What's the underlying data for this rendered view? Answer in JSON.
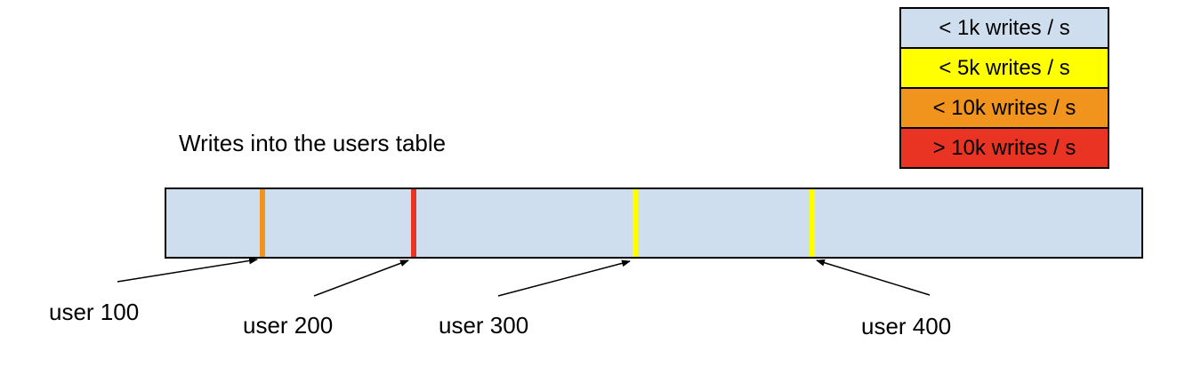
{
  "title": "Writes into the users table",
  "legend": {
    "items": [
      {
        "label": "< 1k writes / s",
        "color": "#cfdeef"
      },
      {
        "label": "< 5k writes / s",
        "color": "#ffff00"
      },
      {
        "label": "< 10k writes / s",
        "color": "#f0941e"
      },
      {
        "label": "> 10k writes / s",
        "color": "#e93323"
      }
    ]
  },
  "bar": {
    "fill": "#cfdeef",
    "border_color": "#000000"
  },
  "markers": [
    {
      "label": "user 100",
      "stripe_color": "#f0941e",
      "rate_category": "< 10k writes / s"
    },
    {
      "label": "user 200",
      "stripe_color": "#e93323",
      "rate_category": "> 10k writes / s"
    },
    {
      "label": "user 300",
      "stripe_color": "#ffff00",
      "rate_category": "< 5k writes / s"
    },
    {
      "label": "user 400",
      "stripe_color": "#ffff00",
      "rate_category": "< 5k writes / s"
    }
  ]
}
